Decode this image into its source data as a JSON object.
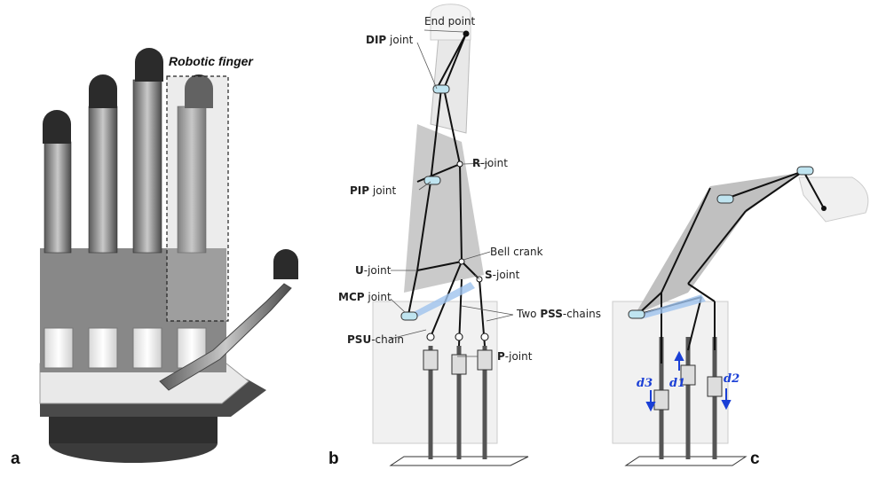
{
  "panels": {
    "a": "a",
    "b": "b",
    "c": "c"
  },
  "panel_a": {
    "callout": "Robotic finger"
  },
  "panel_b": {
    "end_point": "End point",
    "dip": {
      "bold": "DIP",
      "rest": " joint"
    },
    "r_joint": {
      "bold": "R",
      "rest": "-joint"
    },
    "pip": {
      "bold": "PIP",
      "rest": " joint"
    },
    "bell_crank": "Bell crank",
    "u_joint": {
      "bold": "U",
      "rest": "-joint"
    },
    "s_joint": {
      "bold": "S",
      "rest": "-joint"
    },
    "mcp": {
      "bold": "MCP",
      "rest": " joint"
    },
    "pss": {
      "pre": "Two ",
      "bold": "PSS",
      "rest": "-chains"
    },
    "psu": {
      "bold": "PSU",
      "rest": "-chain"
    },
    "p_joint": {
      "bold": "P",
      "rest": "-joint"
    }
  },
  "panel_c": {
    "d3": "d3",
    "d1": "d1",
    "d2": "d2"
  },
  "colors": {
    "accent_blue": "#1a3fd6",
    "joint_cyan": "#bfe4f0",
    "link_gray": "#8a8a8a"
  }
}
